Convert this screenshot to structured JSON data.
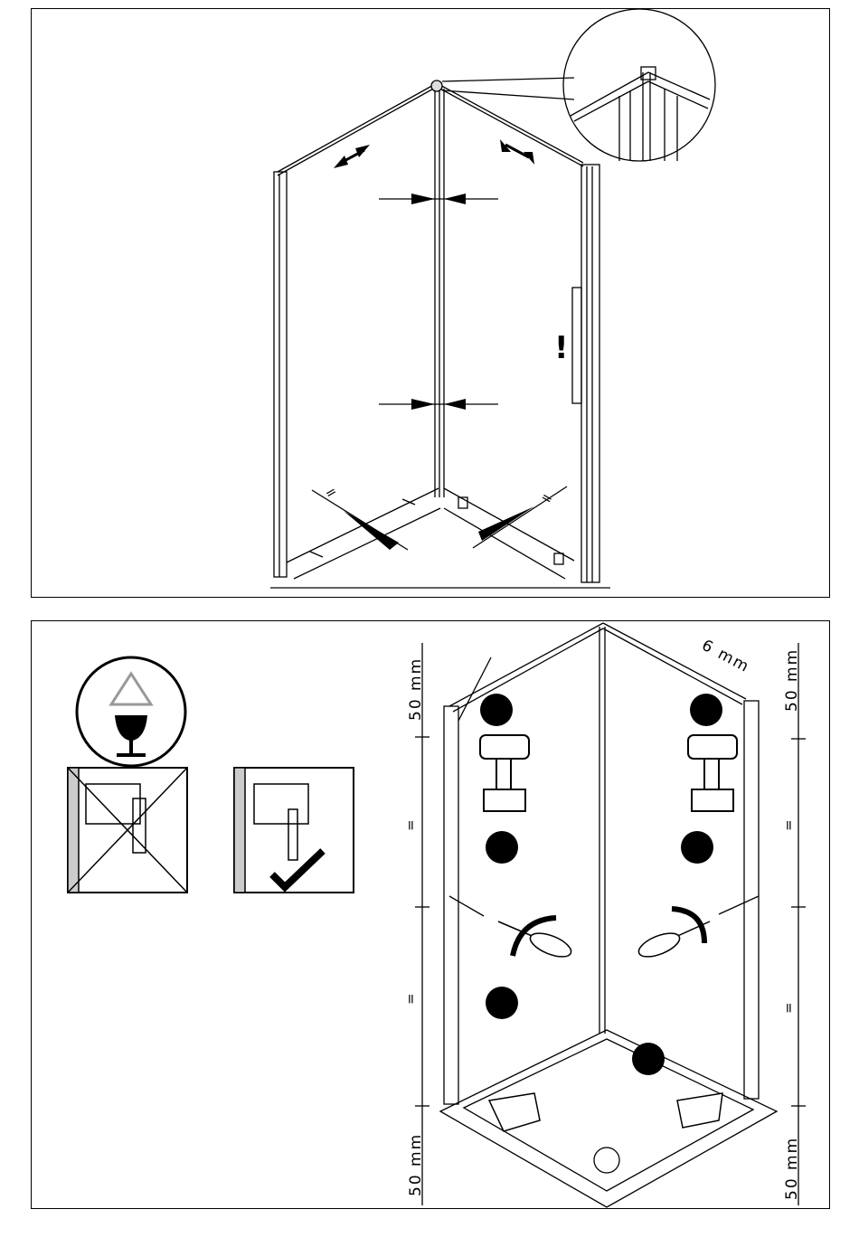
{
  "top_panel": {
    "icons": [
      "sliding-arrow-icon",
      "pinch-arrow-icon",
      "warning-exclamation-icon",
      "equal-sign-icon",
      "magnifier-detail-icon"
    ],
    "labels": {
      "equal_left": "=",
      "equal_right": "="
    },
    "exclamation": "!"
  },
  "bottom_panel": {
    "fragile_icon": "fragile-glass-icon",
    "wrong_icon": "cross-out-icon",
    "right_icon": "checkmark-icon",
    "dimensions": {
      "gap_top_right": "6 mm",
      "top_left": "50 mm",
      "top_right": "50 mm",
      "bottom_left": "50 mm",
      "bottom_right": "50 mm",
      "equal_left_upper": "=",
      "equal_left_lower": "=",
      "equal_right_upper": "=",
      "equal_right_lower": "="
    },
    "tools": [
      "drill-icon",
      "screwdriver-icon",
      "screw-icon",
      "hand-icon"
    ]
  },
  "colors": {
    "line": "#000000",
    "background": "#ffffff",
    "triangle_grey": "#999999"
  }
}
